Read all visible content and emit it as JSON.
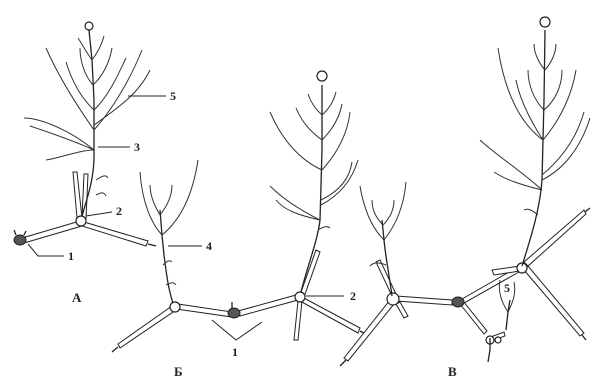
{
  "panels": [
    {
      "id": "A",
      "label": "А"
    },
    {
      "id": "B",
      "label": "Б"
    },
    {
      "id": "V",
      "label": "В"
    }
  ],
  "callouts": {
    "a_1": "1",
    "a_2": "2",
    "a_3": "3",
    "a_5": "5",
    "b_4": "4",
    "b_1": "1",
    "b_2": "2",
    "v_5": "5"
  }
}
